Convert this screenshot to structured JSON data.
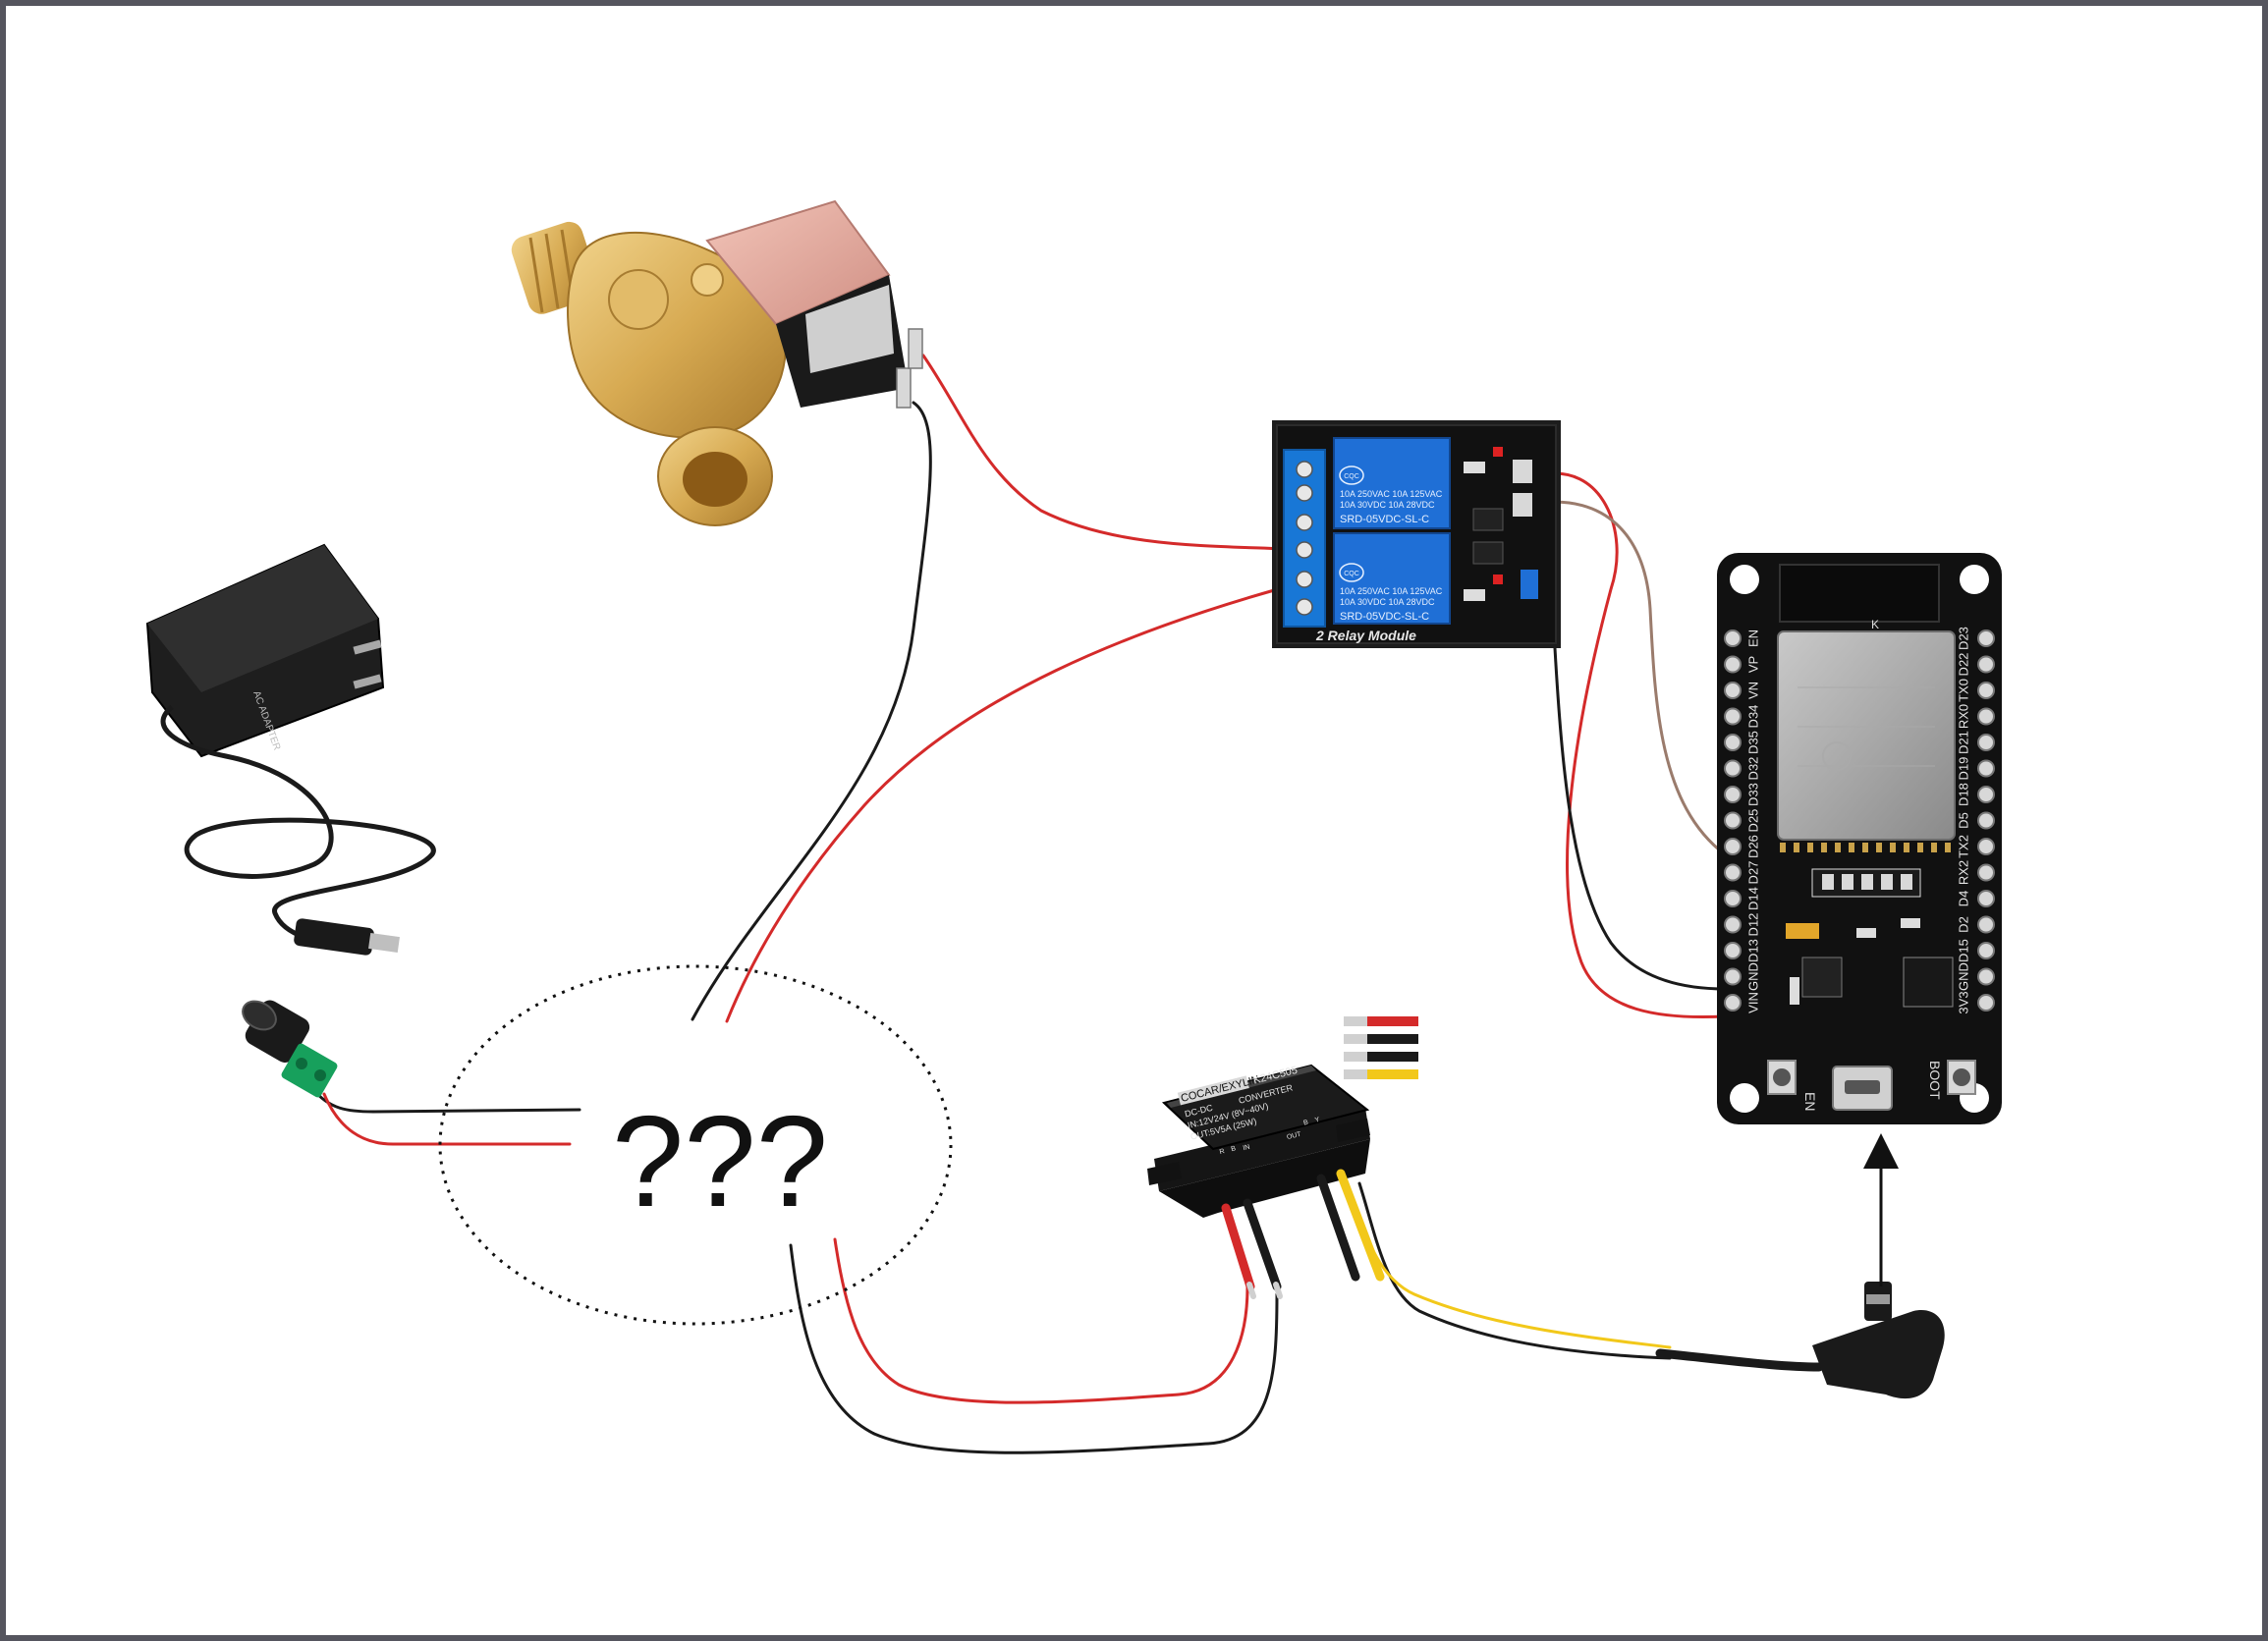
{
  "diagram": {
    "unknown_label": "???",
    "relay": {
      "module_label": "2 Relay Module",
      "ch1": {
        "cert": "CQC",
        "line1": "10A 250VAC  10A 125VAC",
        "line2": "10A 30VDC   10A 28VDC",
        "model": "SRD-05VDC-SL-C"
      },
      "ch2": {
        "cert": "CQC",
        "line1": "10A 250VAC  10A 125VAC",
        "line2": "10A 30VDC   10A 28VDC",
        "model": "SRD-05VDC-SL-C"
      }
    },
    "converter": {
      "brand": "COCAR/EXYLIN",
      "model": "K24C505",
      "line1": "DC-DC           CONVERTER",
      "line2": "IN:12V24V  (8V~40V)",
      "line3": "OUT:5V5A  (25W)",
      "in_label": "IN",
      "out_label": "OUT",
      "terminal_r": "R",
      "terminal_b": "B",
      "terminal_b2": "B",
      "terminal_y": "Y"
    },
    "esp32": {
      "module_mark": "K",
      "left_pins": [
        "EN",
        "VP",
        "VN",
        "D34",
        "D35",
        "D32",
        "D33",
        "D25",
        "D26",
        "D27",
        "D14",
        "D12",
        "D13",
        "GND",
        "VIN"
      ],
      "right_pins": [
        "D23",
        "D22",
        "TX0",
        "RX0",
        "D21",
        "D19",
        "D18",
        "D5",
        "TX2",
        "RX2",
        "D4",
        "D2",
        "D15",
        "GND",
        "3V3"
      ],
      "en_button": "EN",
      "boot_button": "BOOT"
    },
    "adapter": {
      "label": "AC ADAPTER"
    },
    "colors": {
      "wire_red": "#d42a2a",
      "wire_black": "#1a1a1a",
      "wire_brown": "#9a7b6c",
      "wire_yellow": "#f2c81a",
      "relay_blue": "#1f6fd6",
      "board_black": "#111111",
      "brass": "#d9b05a",
      "frame": "#55555e"
    }
  }
}
